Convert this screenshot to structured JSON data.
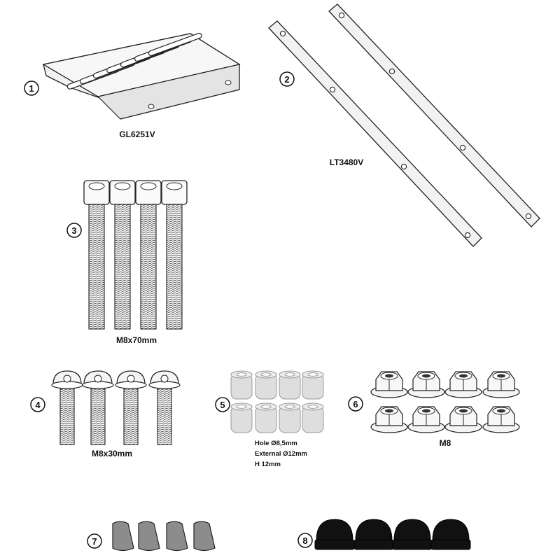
{
  "parts": [
    {
      "number": "1",
      "code": "GL6251V",
      "component": "rack-plate"
    },
    {
      "number": "2",
      "code": "LT3480V",
      "component": "flat-bars"
    },
    {
      "number": "3",
      "size": "M8x70mm",
      "component": "socket-head-bolts",
      "quantity": 4
    },
    {
      "number": "4",
      "size": "M8x30mm",
      "component": "button-head-bolts",
      "quantity": 4
    },
    {
      "number": "5",
      "specs": [
        "Hole Ø8,5mm",
        "External Ø12mm",
        "H 12mm"
      ],
      "component": "spacers",
      "quantity": 8
    },
    {
      "number": "6",
      "size": "M8",
      "component": "flange-nuts",
      "quantity": 8
    },
    {
      "number": "7",
      "component": "rubber-caps",
      "quantity": 4,
      "color": "#8c8c8c"
    },
    {
      "number": "8",
      "component": "acorn-caps",
      "quantity": 4,
      "color": "#111111"
    }
  ]
}
